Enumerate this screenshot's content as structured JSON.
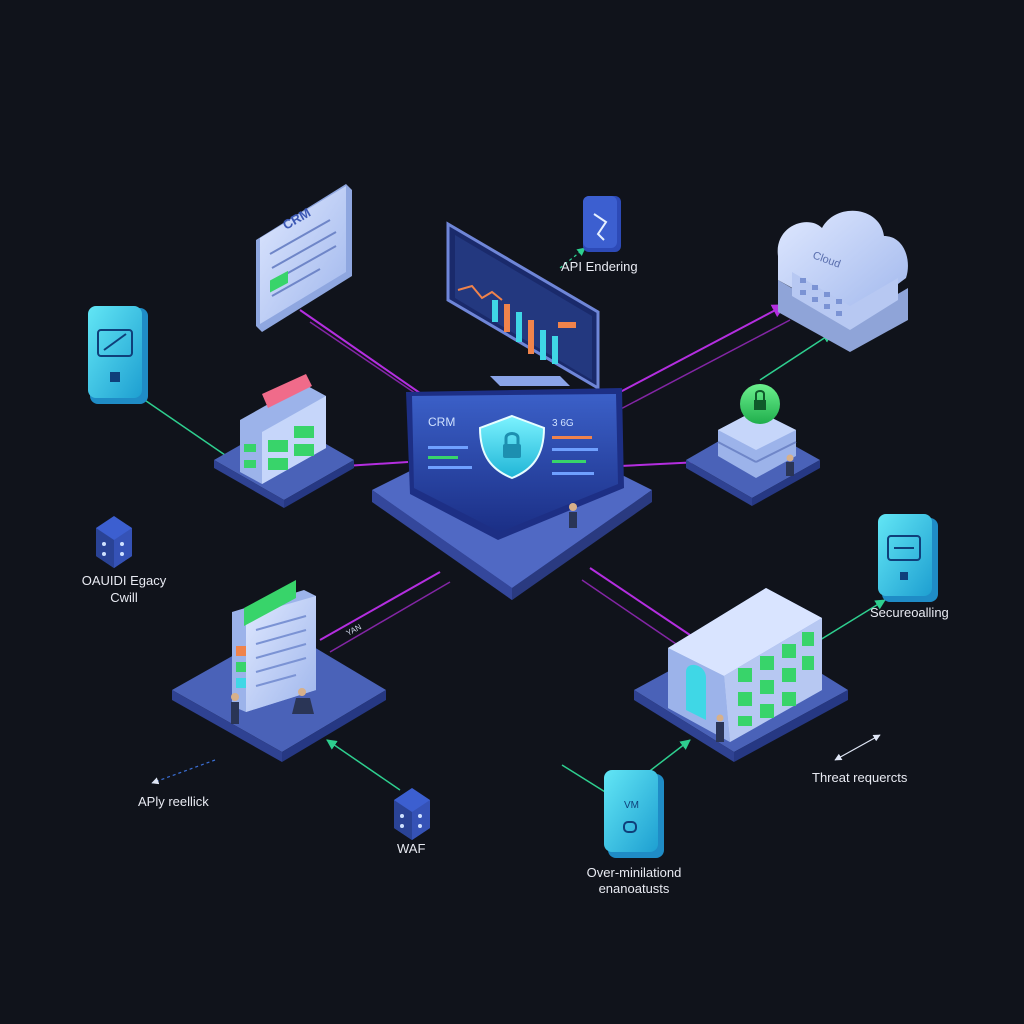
{
  "colors": {
    "background": "#10131b",
    "platform": "#4a62b8",
    "panel": "#c7d6f7",
    "accent_cyan": "#3fd7e6",
    "accent_green": "#38d46a",
    "link_purple": "#b42ee0",
    "link_green": "#2ecf8f"
  },
  "central": {
    "screen_label": "CRM",
    "screen_code": "3 6G",
    "base_text_left": "",
    "base_text_right": ""
  },
  "nodes": {
    "crm_card": {
      "title": "CRM"
    },
    "cloud": {
      "title": "Cloud"
    },
    "vm_tile": {
      "title": "VM"
    },
    "warehouse": {},
    "shield_center": {}
  },
  "labels": {
    "api_endering": "API Endering",
    "oauth_legacy_line1": "OAUIDI Egacy",
    "oauth_legacy_line2": "Cwill",
    "secure_billing": "Secureoalling",
    "threat_requests": "Threat requercts",
    "apiy_reellick": "APly reellick",
    "waf": "WAF",
    "over_minimal_line1": "Over-minilationd",
    "over_minimal_line2": "enanoatusts",
    "wire_tag": "YAN"
  }
}
